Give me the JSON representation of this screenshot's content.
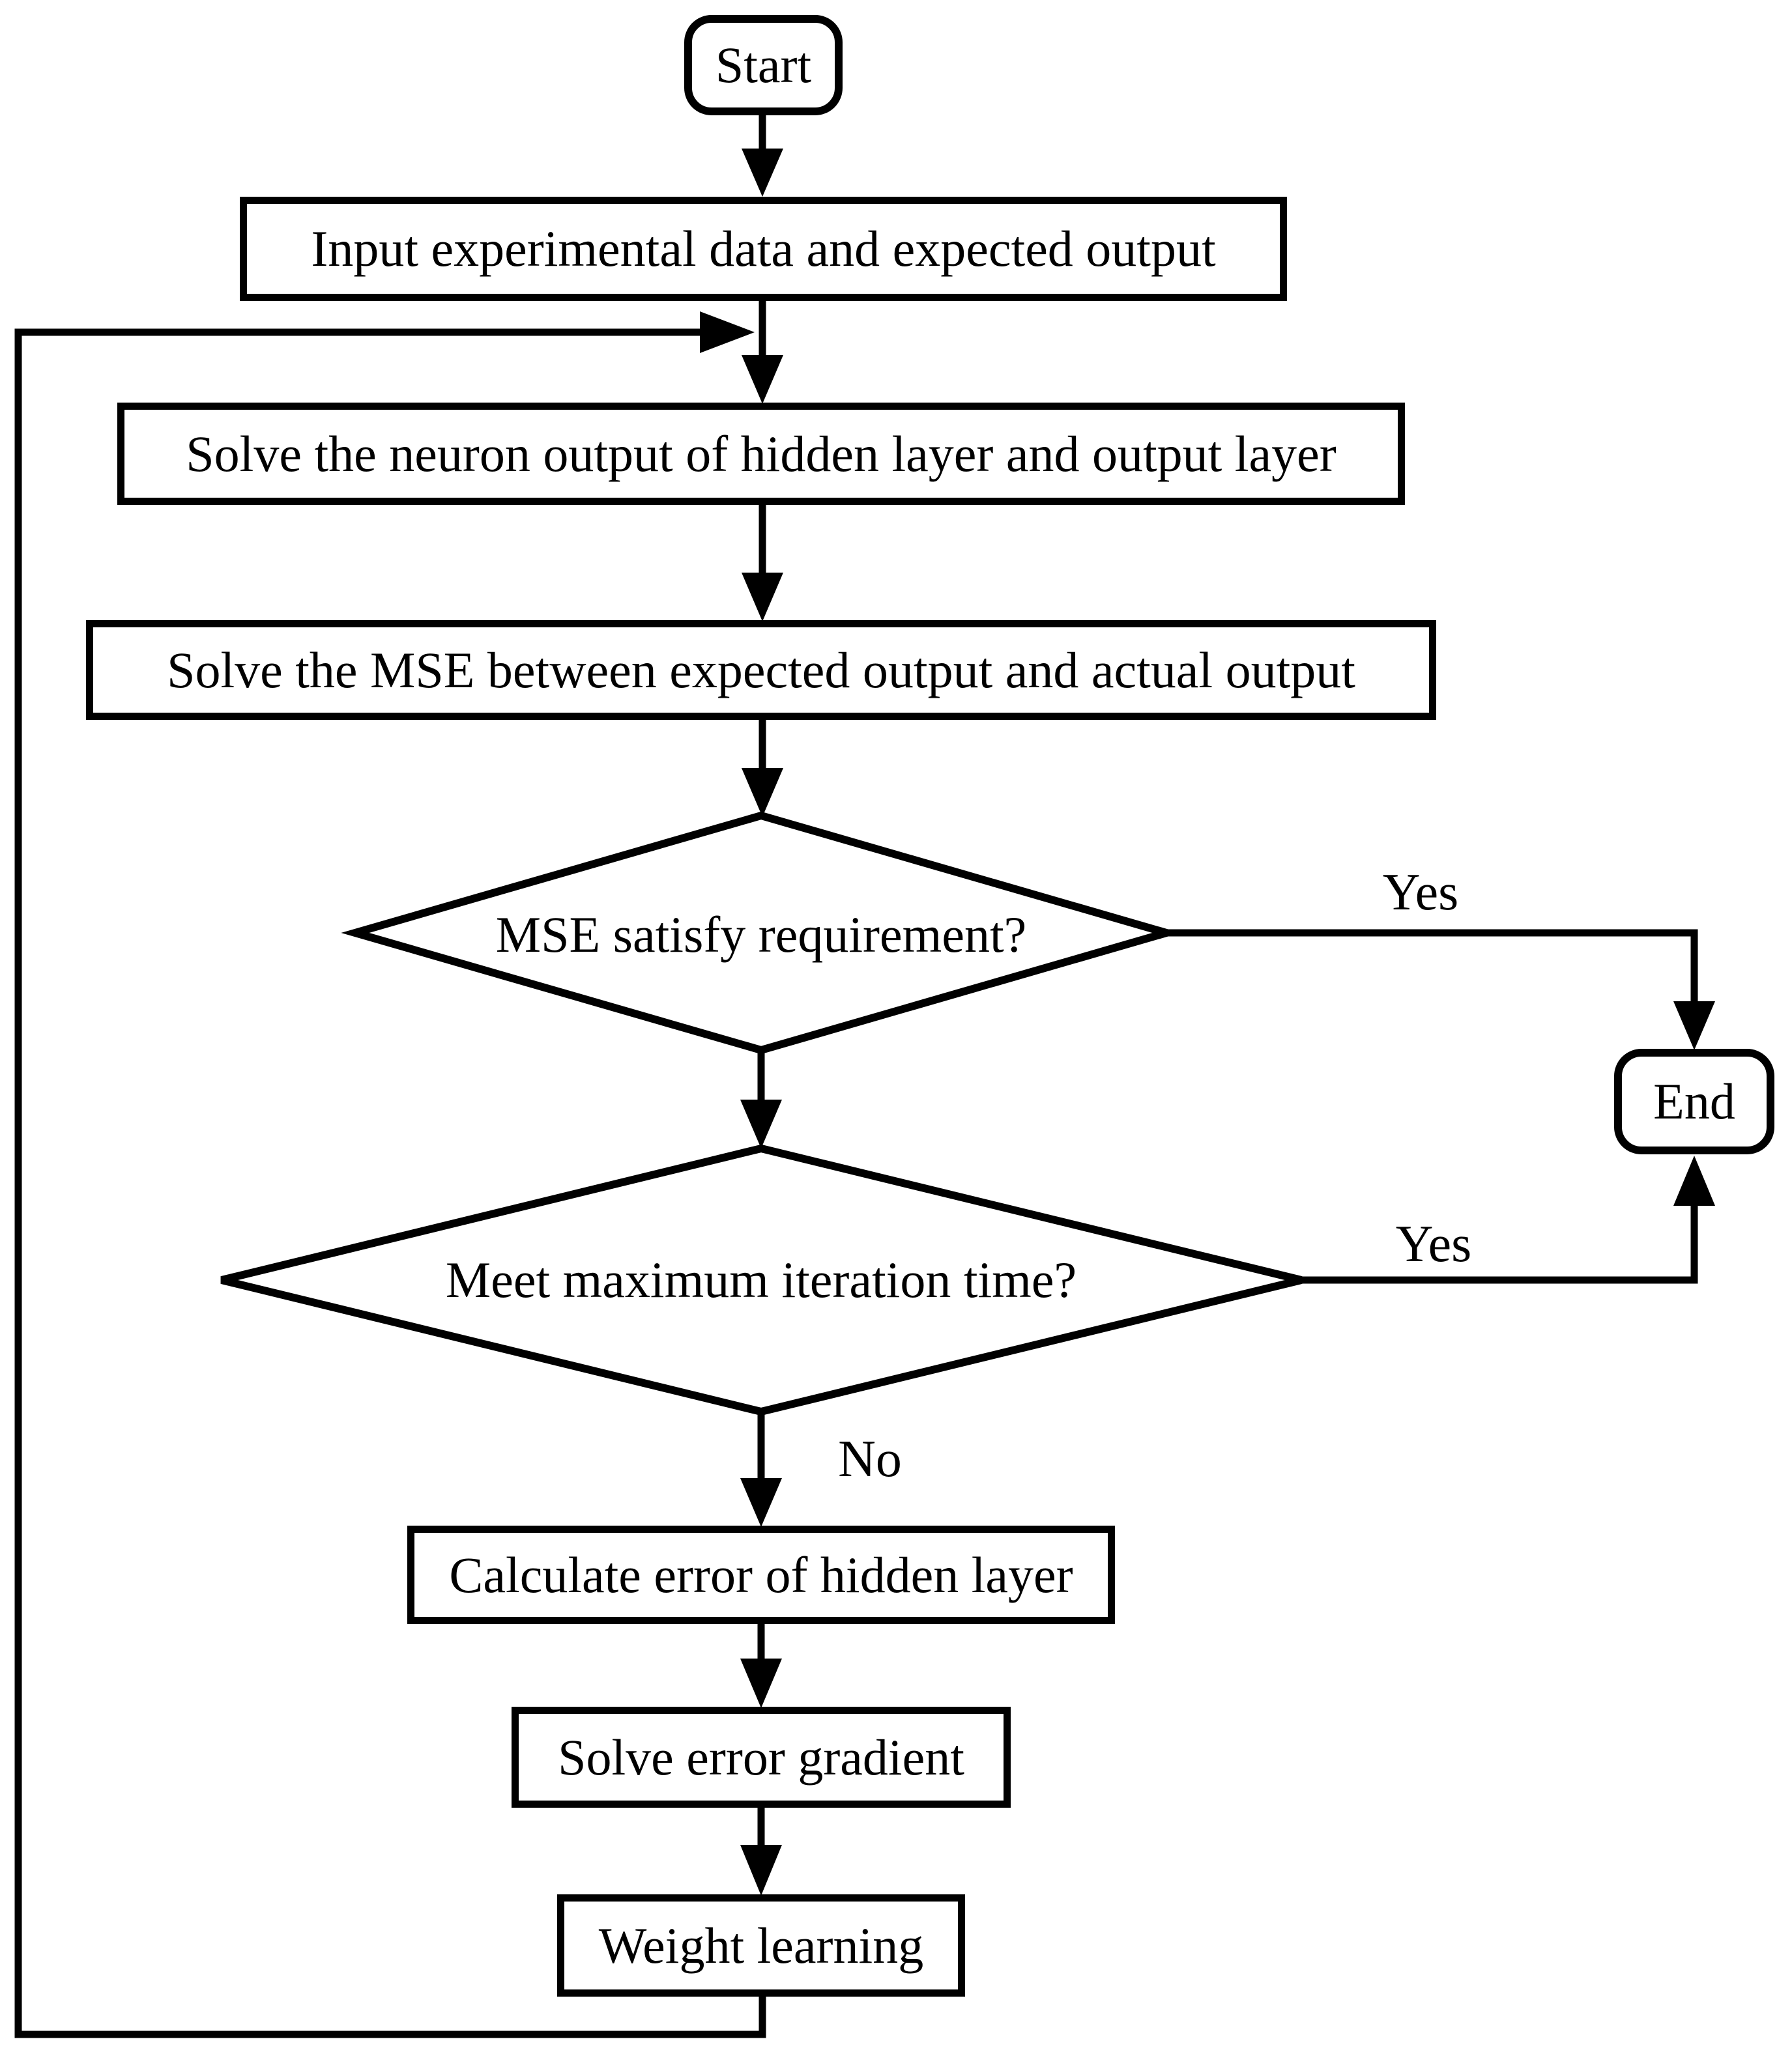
{
  "flowchart": {
    "nodes": {
      "start": "Start",
      "input": "Input experimental data and expected output",
      "hidden_output": "Solve the neuron output of hidden layer and output layer",
      "mse": "Solve the MSE between expected output and actual output",
      "mse_decision": "MSE satisfy requirement?",
      "iteration_decision": "Meet maximum iteration time?",
      "calc_error": "Calculate error of hidden layer",
      "gradient": "Solve error gradient",
      "weight": "Weight learning",
      "end": "End"
    },
    "edge_labels": {
      "mse_yes": "Yes",
      "iteration_yes": "Yes",
      "iteration_no": "No"
    },
    "colors": {
      "stroke": "#000000",
      "shape_fill": "#ffffff",
      "text": "#000000"
    }
  }
}
